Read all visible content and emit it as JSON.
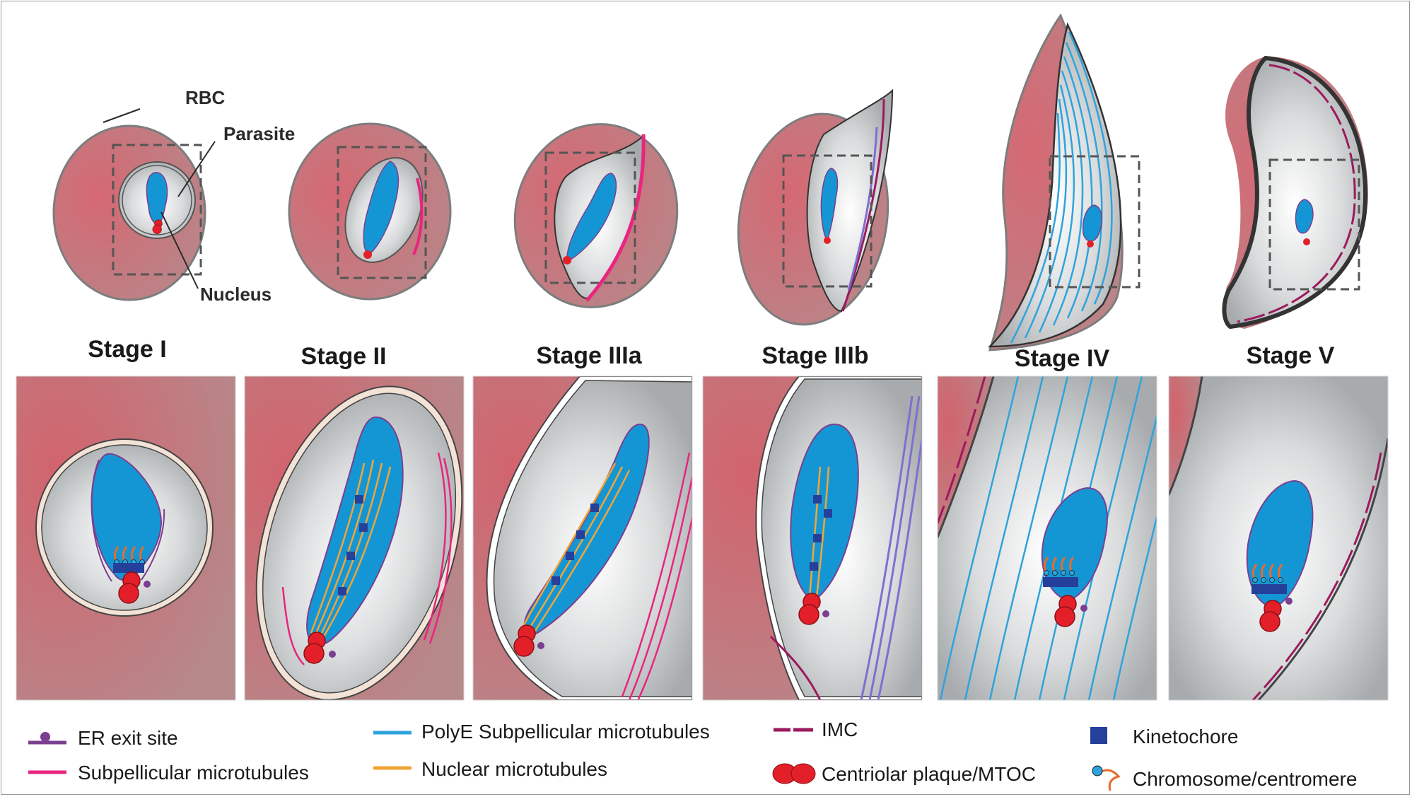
{
  "stages": [
    {
      "id": "stage-1",
      "title": "Stage I"
    },
    {
      "id": "stage-2",
      "title": "Stage II"
    },
    {
      "id": "stage-3a",
      "title": "Stage IIIa"
    },
    {
      "id": "stage-3b",
      "title": "Stage IIIb"
    },
    {
      "id": "stage-4",
      "title": "Stage IV"
    },
    {
      "id": "stage-5",
      "title": "Stage V"
    }
  ],
  "callouts": {
    "rbc": "RBC",
    "parasite": "Parasite",
    "nucleus": "Nucleus"
  },
  "legend": [
    {
      "label": "ER exit site",
      "icon": "er-exit-site-icon",
      "color": "#7b3f8f"
    },
    {
      "label": "Subpellicular microtubules",
      "icon": "subpellicular-microtubule-icon",
      "color": "#e8257f"
    },
    {
      "label": "PolyE Subpellicular microtubules",
      "icon": "polye-microtubule-icon",
      "color": "#2ea3dc"
    },
    {
      "label": "Nuclear microtubules",
      "icon": "nuclear-microtubule-icon",
      "color": "#f3a536"
    },
    {
      "label": "IMC",
      "icon": "imc-icon",
      "color": "#9c1a5e"
    },
    {
      "label": "Centriolar plaque/MTOC",
      "icon": "mtoc-icon",
      "color": "#e3202a"
    },
    {
      "label": "Kinetochore",
      "icon": "kinetochore-icon",
      "color": "#25409a"
    },
    {
      "label": "Chromosome/centromere",
      "icon": "chromosome-icon",
      "color": "#e86b2d"
    }
  ],
  "colors": {
    "rbc": "#c6707a",
    "parasite_gray": "#c8ccce",
    "nucleus": "#1596d4",
    "membrane": "#7b3f8f"
  }
}
